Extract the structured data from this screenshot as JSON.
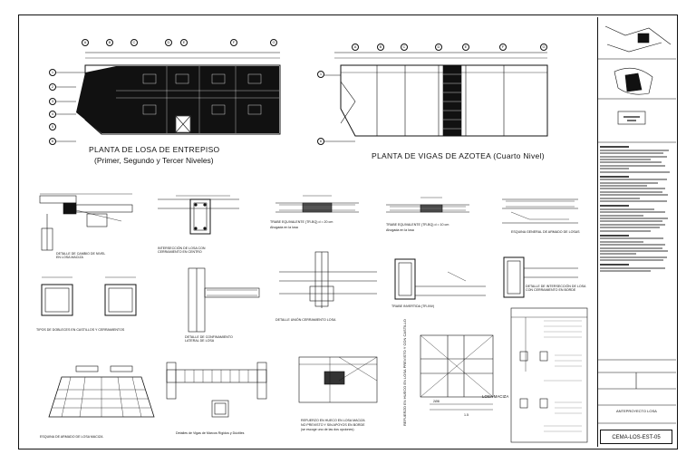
{
  "plans": {
    "entrepiso_title": "PLANTA DE LOSA DE ENTREPISO",
    "entrepiso_subtitle": "(Primer, Segundo y Tercer Niveles)",
    "azotea_title": "PLANTA DE VIGAS DE AZOTEA (Cuarto Nivel)"
  },
  "details": {
    "cambio_nivel": "DETALLE DE CAMBIO DE NIVEL EN LOSA MACIZA",
    "dobleces": "TIPOS DE DOBLECES EN CASTILLOS Y CERRAMIENTOS",
    "interseccion_centro": "INTERSECCIÓN DE LOSA CON CERRAMIENTO EN CENTRO",
    "confinamiento": "DETALLE DE CONFINAMIENTO LATERAL DE LOSA",
    "trabe_20": "TRABE EQUIVALENTE (TR-BQ) d = 20 cm",
    "trabe_20_note": "Ahogada en la losa",
    "trabe_10": "TRABE EQUIVALENTE (TR-BQ) d = 10 cm",
    "trabe_10_note": "Ahogada en la losa",
    "esquina": "ESQUINA GENERAL DE ARMADO DE LOSAS",
    "union": "DETALLE UNIÓN CERRAMIENTO LOSA",
    "invertida": "TRABE INVERTIDA (TR-INV)",
    "interseccion_borde": "DETALLE DE INTERSECCIÓN DE LOSA CON CERRAMIENTO EN BORDE",
    "esquina_armado": "ESQUINA DE ARMADO DE LOSA MACIZA",
    "vigas_amarres": "Detalles de Vigas de Marcos Rígidos y Dúctiles",
    "refuerzo_hueco": "REFUERZO EN HUECO EN LOSA MACIZA",
    "refuerzo_hueco_2": "NO PREVISTO Y SIN APOYOS EN BORDE",
    "refuerzo_hueco_3": "(se escoge uno de las dos opciones)",
    "refuerzo_vertical": "REFUERZO EN HUECO EN LOSA PREVISTO Y CON CASTILLO",
    "losa_maciza": "LOSA MACIZA",
    "dim_20": "2Ø8",
    "dim_1_5": "1.5"
  },
  "title_block": {
    "project_title": "ANTEPROYECTO LOSA",
    "sheet_code": "CEMA-LOS-EST-05"
  },
  "axes": {
    "left_letters": [
      "A",
      "B",
      "C",
      "D",
      "E",
      "F",
      "G"
    ],
    "right_letters": [
      "A",
      "B",
      "C",
      "D",
      "E",
      "F",
      "G"
    ],
    "left_numbers": [
      "1",
      "2",
      "3",
      "4",
      "5",
      "6"
    ],
    "right_numbers": [
      "1",
      "6"
    ]
  }
}
